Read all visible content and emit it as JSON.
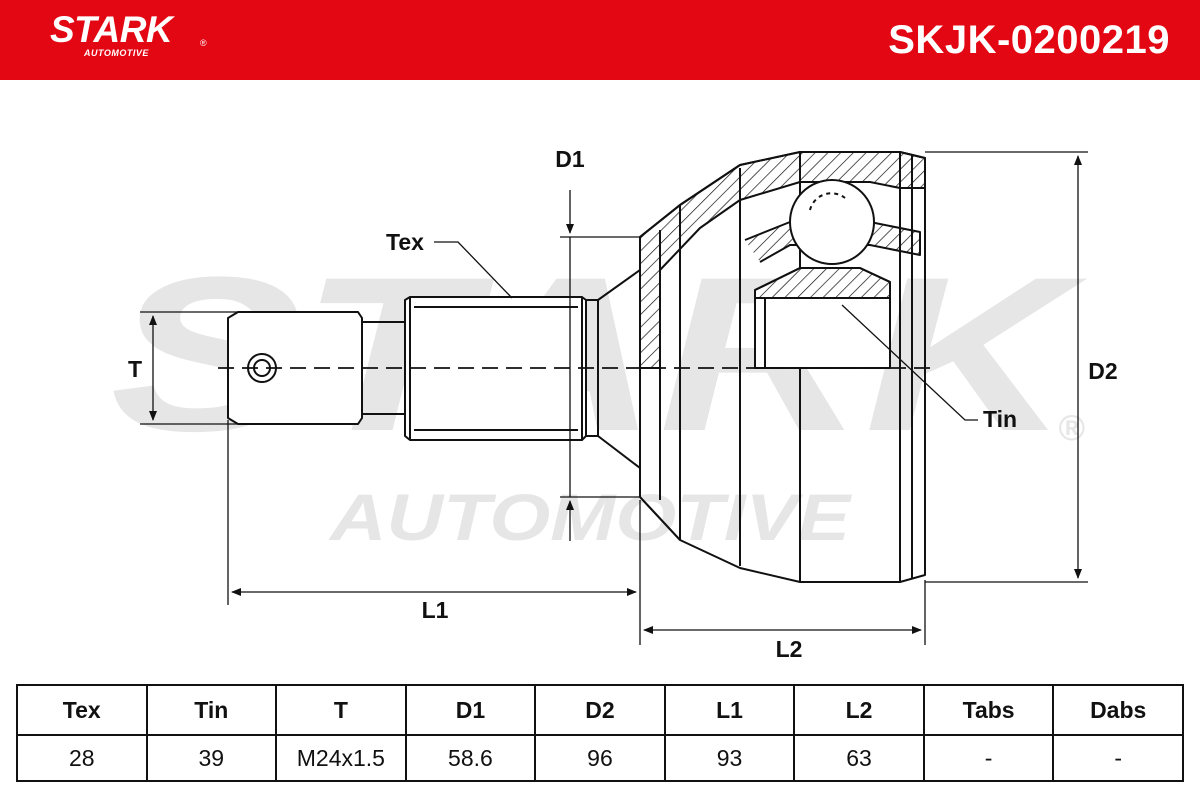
{
  "header": {
    "brand_name": "STARK",
    "brand_tagline": "AUTOMOTIVE",
    "brand_registered": "®",
    "part_number": "SKJK-0200219",
    "colors": {
      "brand_red": "#e30613",
      "text": "#111111",
      "watermark": "#e6e6e6"
    }
  },
  "watermark": {
    "brand": "STARK",
    "tagline": "AUTOMOTIVE",
    "registered": "®"
  },
  "diagram": {
    "labels": {
      "tex": "Tex",
      "tin": "Tin",
      "t": "T",
      "d1": "D1",
      "d2": "D2",
      "l1": "L1",
      "l2": "L2"
    }
  },
  "specs": {
    "headers": [
      "Tex",
      "Tin",
      "T",
      "D1",
      "D2",
      "L1",
      "L2",
      "Tabs",
      "Dabs"
    ],
    "values": [
      "28",
      "39",
      "M24x1.5",
      "58.6",
      "96",
      "93",
      "63",
      "-",
      "-"
    ]
  }
}
